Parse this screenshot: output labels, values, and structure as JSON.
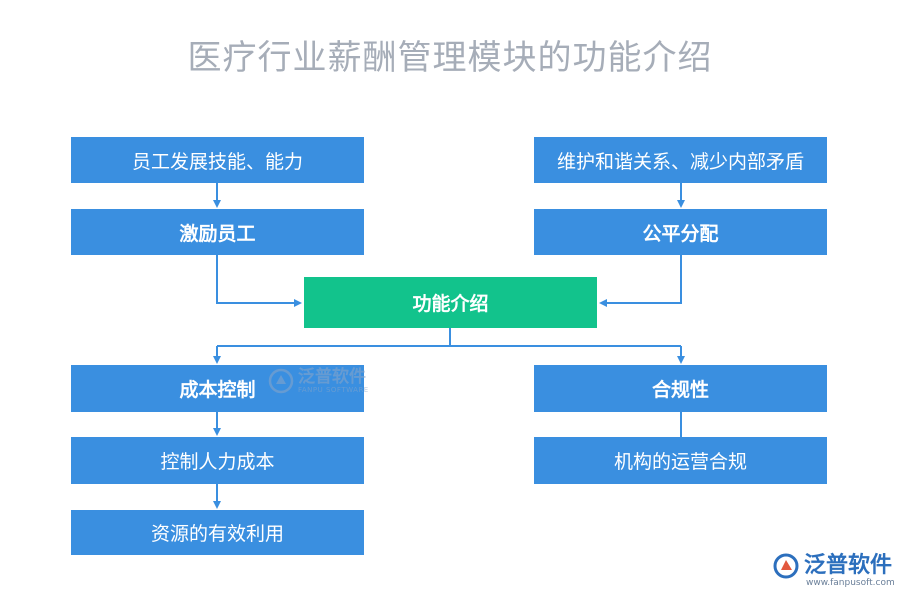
{
  "title": "医疗行业薪酬管理模块的功能介绍",
  "center": "功能介绍",
  "left_top": {
    "detail": "员工发展技能、能力",
    "heading": "激励员工"
  },
  "right_top": {
    "detail": "维护和谐关系、减少内部矛盾",
    "heading": "公平分配"
  },
  "left_bottom": {
    "heading": "成本控制",
    "item1": "控制人力成本",
    "item2": "资源的有效利用"
  },
  "right_bottom": {
    "heading": "合规性",
    "item1": "机构的运营合规"
  },
  "watermark": {
    "name": "泛普软件",
    "sub": "FANPU SOFTWARE"
  },
  "logo": {
    "name": "泛普软件",
    "url": "www.fanpusoft.com"
  },
  "colors": {
    "box": "#3a8fe0",
    "center": "#12c38c",
    "line": "#3a8fe0",
    "title": "#a6adb8"
  }
}
